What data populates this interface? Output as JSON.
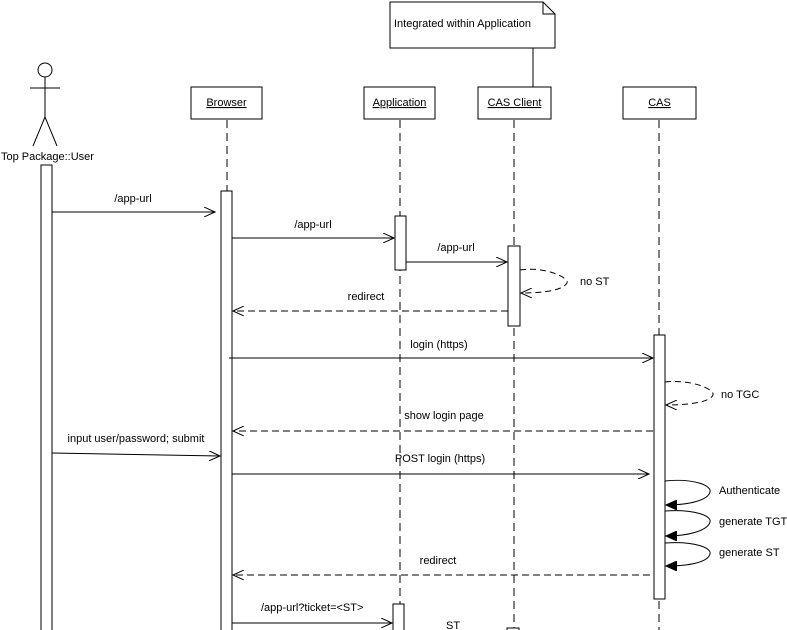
{
  "note": {
    "text": "Integrated within Application"
  },
  "participants": {
    "user": "Top Package::User",
    "browser": "Browser",
    "application": "Application",
    "cas_client": "CAS Client",
    "cas": "CAS"
  },
  "messages": [
    {
      "id": "m1",
      "from": "user",
      "to": "browser",
      "label": "/app-url",
      "kind": "call"
    },
    {
      "id": "m2",
      "from": "browser",
      "to": "application",
      "label": "/app-url",
      "kind": "call"
    },
    {
      "id": "m3",
      "from": "application",
      "to": "cas_client",
      "label": "/app-url",
      "kind": "call"
    },
    {
      "id": "m4",
      "from": "cas_client",
      "to": "cas_client",
      "label": "no ST",
      "kind": "self-return"
    },
    {
      "id": "m5",
      "from": "cas_client",
      "to": "browser",
      "label": "redirect",
      "kind": "return"
    },
    {
      "id": "m6",
      "from": "browser",
      "to": "cas",
      "label": "login (https)",
      "kind": "call"
    },
    {
      "id": "m7",
      "from": "cas",
      "to": "cas",
      "label": "no TGC",
      "kind": "self-return"
    },
    {
      "id": "m8",
      "from": "cas",
      "to": "browser",
      "label": "show login page",
      "kind": "return"
    },
    {
      "id": "m9",
      "from": "user",
      "to": "browser",
      "label": "input user/password; submit",
      "kind": "call"
    },
    {
      "id": "m10",
      "from": "browser",
      "to": "cas",
      "label": "POST login (https)",
      "kind": "call"
    },
    {
      "id": "m11",
      "from": "cas",
      "to": "cas",
      "label": "Authenticate",
      "kind": "self"
    },
    {
      "id": "m12",
      "from": "cas",
      "to": "cas",
      "label": "generate TGT",
      "kind": "self"
    },
    {
      "id": "m13",
      "from": "cas",
      "to": "cas",
      "label": "generate ST",
      "kind": "self"
    },
    {
      "id": "m14",
      "from": "cas",
      "to": "browser",
      "label": "redirect",
      "kind": "return"
    },
    {
      "id": "m15",
      "from": "browser",
      "to": "application",
      "label": "/app-url?ticket=<ST>",
      "kind": "call"
    },
    {
      "id": "m16",
      "from": "application",
      "to": "cas_client",
      "label": "ST",
      "kind": "call"
    }
  ]
}
